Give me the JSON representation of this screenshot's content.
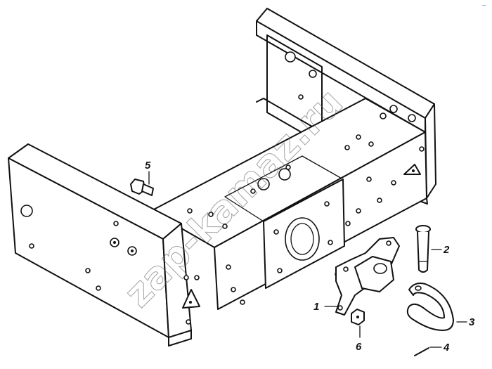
{
  "diagram": {
    "callouts": [
      {
        "id": "1",
        "label": "1",
        "part": "hitch-plate"
      },
      {
        "id": "2",
        "label": "2",
        "part": "pin"
      },
      {
        "id": "3",
        "label": "3",
        "part": "towing-loop"
      },
      {
        "id": "4",
        "label": "4",
        "part": "cotter-pin"
      },
      {
        "id": "5",
        "label": "5",
        "part": "bolt"
      },
      {
        "id": "6",
        "label": "6",
        "part": "nut"
      }
    ],
    "watermark": "zap-kamaz.ru",
    "corner_mark": "–"
  }
}
